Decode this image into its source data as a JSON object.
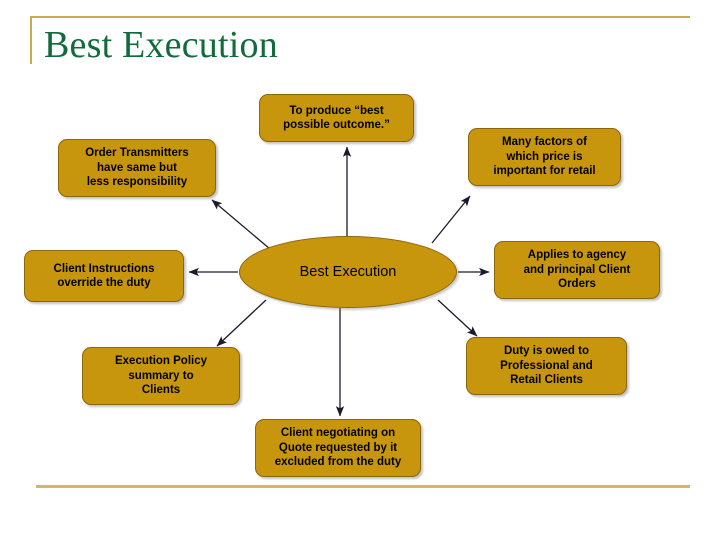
{
  "slide": {
    "title": "Best Execution",
    "title_color": "#136b3d",
    "accent_color": "#c6ab4f",
    "node_fill": "#c8960c",
    "node_border": "#8a6708",
    "connector_color": "#1b1b2e",
    "background": "#ffffff"
  },
  "diagram": {
    "type": "hub-and-spoke",
    "hub": {
      "label": "Best Execution",
      "shape": "ellipse"
    },
    "nodes": [
      {
        "id": "outcome",
        "label": "To produce “best possible outcome.”",
        "position": "top",
        "arrow": "hub-to-node"
      },
      {
        "id": "transmitters",
        "label": "Order Transmitters have same but less responsibility",
        "position": "top-left",
        "arrow": "hub-to-node"
      },
      {
        "id": "factors",
        "label": "Many factors of which price is important for retail",
        "position": "top-right",
        "arrow": "hub-to-node"
      },
      {
        "id": "instructions",
        "label": "Client Instructions override the duty",
        "position": "left",
        "arrow": "hub-to-node"
      },
      {
        "id": "applies",
        "label": "Applies to agency and principal Client Orders",
        "position": "right",
        "arrow": "hub-to-node"
      },
      {
        "id": "policy",
        "label": "Execution Policy summary to Clients",
        "position": "bottom-left",
        "arrow": "hub-to-node"
      },
      {
        "id": "duty",
        "label": "Duty is owed to Professional and Retail Clients",
        "position": "bottom-right",
        "arrow": "hub-to-node"
      },
      {
        "id": "quote",
        "label": "Client negotiating on Quote requested by it excluded from the duty",
        "position": "bottom",
        "arrow": "hub-to-node"
      }
    ],
    "node_lines": {
      "outcome": [
        "To produce “best",
        "possible outcome.”"
      ],
      "transmitters": [
        "Order Transmitters",
        "have same but",
        "less responsibility"
      ],
      "factors": [
        "Many factors of",
        "which price is",
        "important for retail"
      ],
      "instructions": [
        "Client Instructions",
        "override the duty"
      ],
      "applies": [
        "Applies to agency",
        "and principal Client",
        "Orders"
      ],
      "policy": [
        "Execution Policy",
        "summary to",
        "Clients"
      ],
      "duty": [
        "Duty is owed to",
        "Professional and",
        "Retail Clients"
      ],
      "quote": [
        "Client negotiating on",
        "Quote requested by it",
        "excluded from the duty"
      ]
    }
  }
}
